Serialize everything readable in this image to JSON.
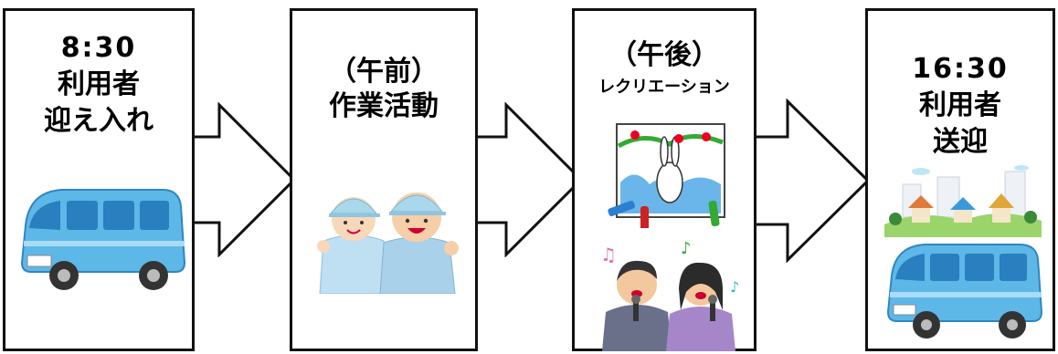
{
  "steps": [
    {
      "time": "8:30",
      "line1": "利用者",
      "line2": "迎え入れ"
    },
    {
      "line1": "（午前）",
      "line2": "作業活動"
    },
    {
      "line1": "（午後）",
      "line2": "レクリエーション"
    },
    {
      "time": "16:30",
      "line1": "利用者",
      "line2": "送迎"
    }
  ],
  "icons": [
    "van-icon",
    "workers-icon",
    "drawing-icon",
    "karaoke-icon",
    "town-icon",
    "van-icon"
  ],
  "colors": {
    "border": "#111111",
    "van": "#58b6e6",
    "van_dark": "#2f86c0"
  }
}
